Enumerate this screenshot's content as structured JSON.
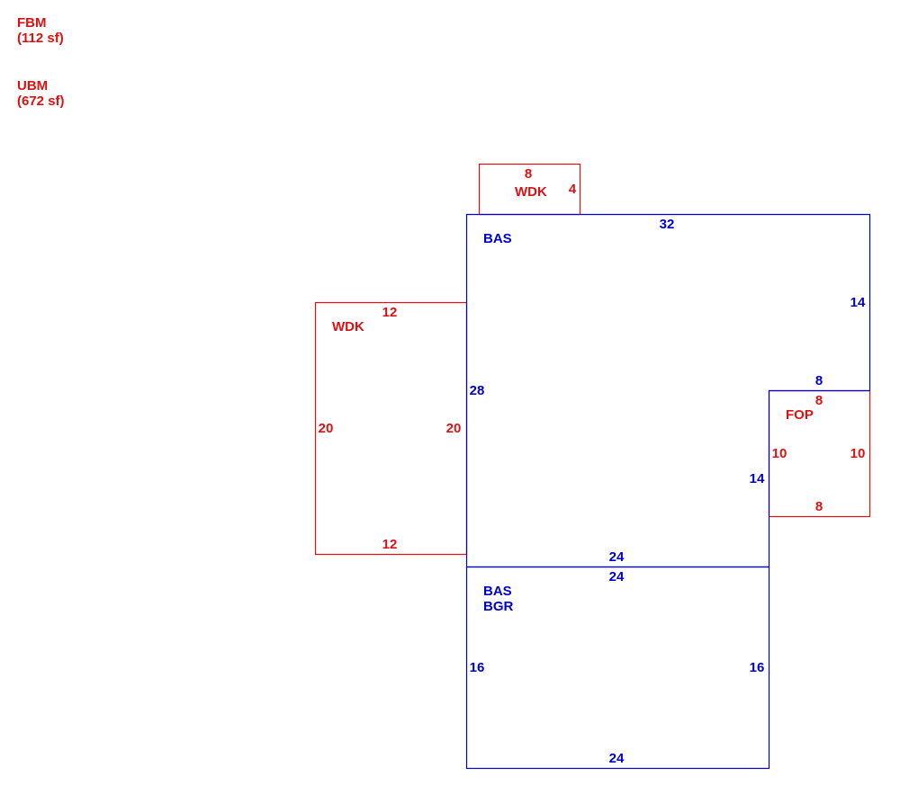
{
  "colors": {
    "blue": "#0000cc",
    "red": "#dd1111"
  },
  "legend": [
    {
      "code": "FBM",
      "area": "(112 sf)"
    },
    {
      "code": "UBM",
      "area": "(672 sf)"
    }
  ],
  "areas": {
    "bas_main": {
      "codes": [
        "BAS"
      ],
      "dims": {
        "top": "32",
        "right": "14",
        "left": "28",
        "bottom": "24",
        "notch_top": "8",
        "notch_side": "14"
      }
    },
    "bas_bgr": {
      "codes": [
        "BAS",
        "BGR"
      ],
      "dims": {
        "top": "24",
        "left": "16",
        "right": "16",
        "bottom": "24"
      }
    },
    "wdk_top": {
      "codes": [
        "WDK"
      ],
      "dims": {
        "top": "8",
        "right": "4"
      }
    },
    "wdk_left": {
      "codes": [
        "WDK"
      ],
      "dims": {
        "top": "12",
        "left": "20",
        "right": "20",
        "bottom": "12"
      }
    },
    "fop": {
      "codes": [
        "FOP"
      ],
      "dims": {
        "top": "8",
        "left": "10",
        "right": "10",
        "bottom": "8"
      }
    }
  }
}
